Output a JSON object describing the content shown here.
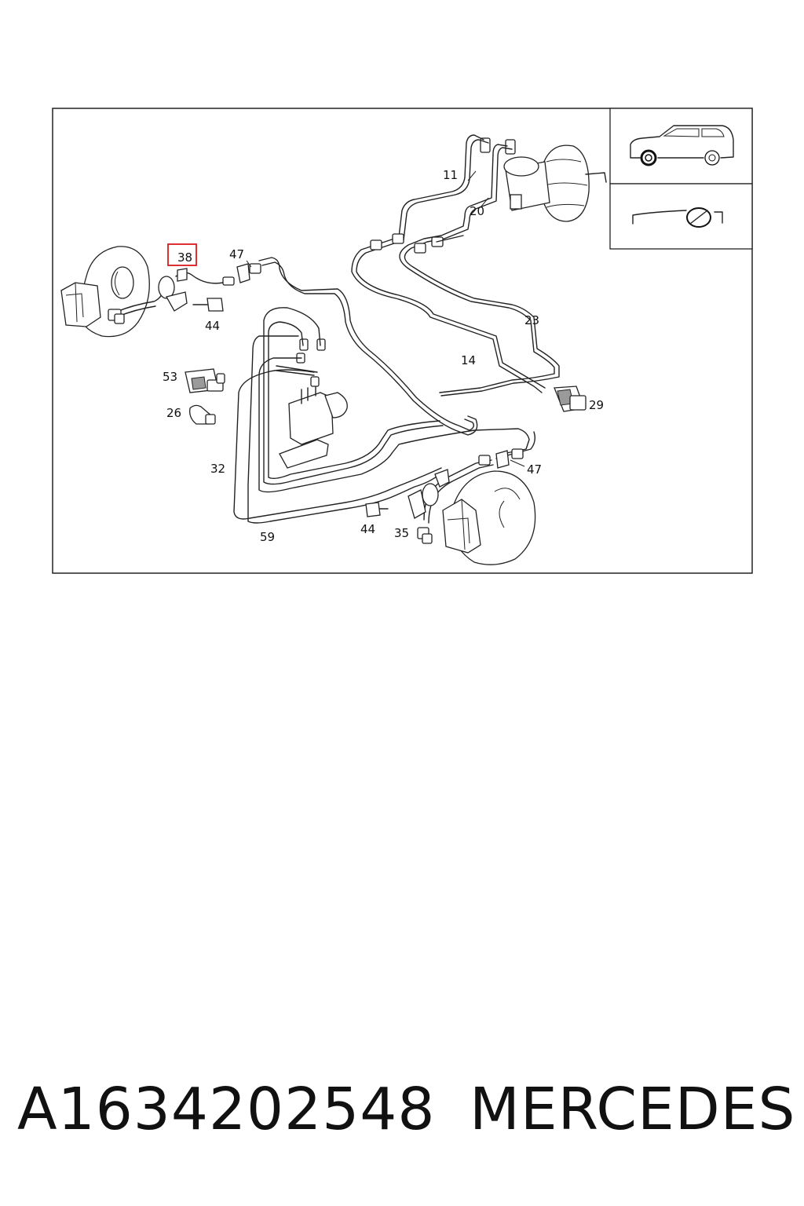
{
  "callouts": {
    "c11": "11",
    "c20": "20",
    "c38": "38",
    "c47a": "47",
    "c44a": "44",
    "c23": "23",
    "c14": "14",
    "c53": "53",
    "c29": "29",
    "c26": "26",
    "c32": "32",
    "c47b": "47",
    "c44b": "44",
    "c35": "35",
    "c59": "59"
  },
  "highlight": {
    "callout": "38",
    "color": "#d9191c"
  },
  "footer": {
    "part_number": "A1634202548",
    "brand": "MERCEDES"
  }
}
